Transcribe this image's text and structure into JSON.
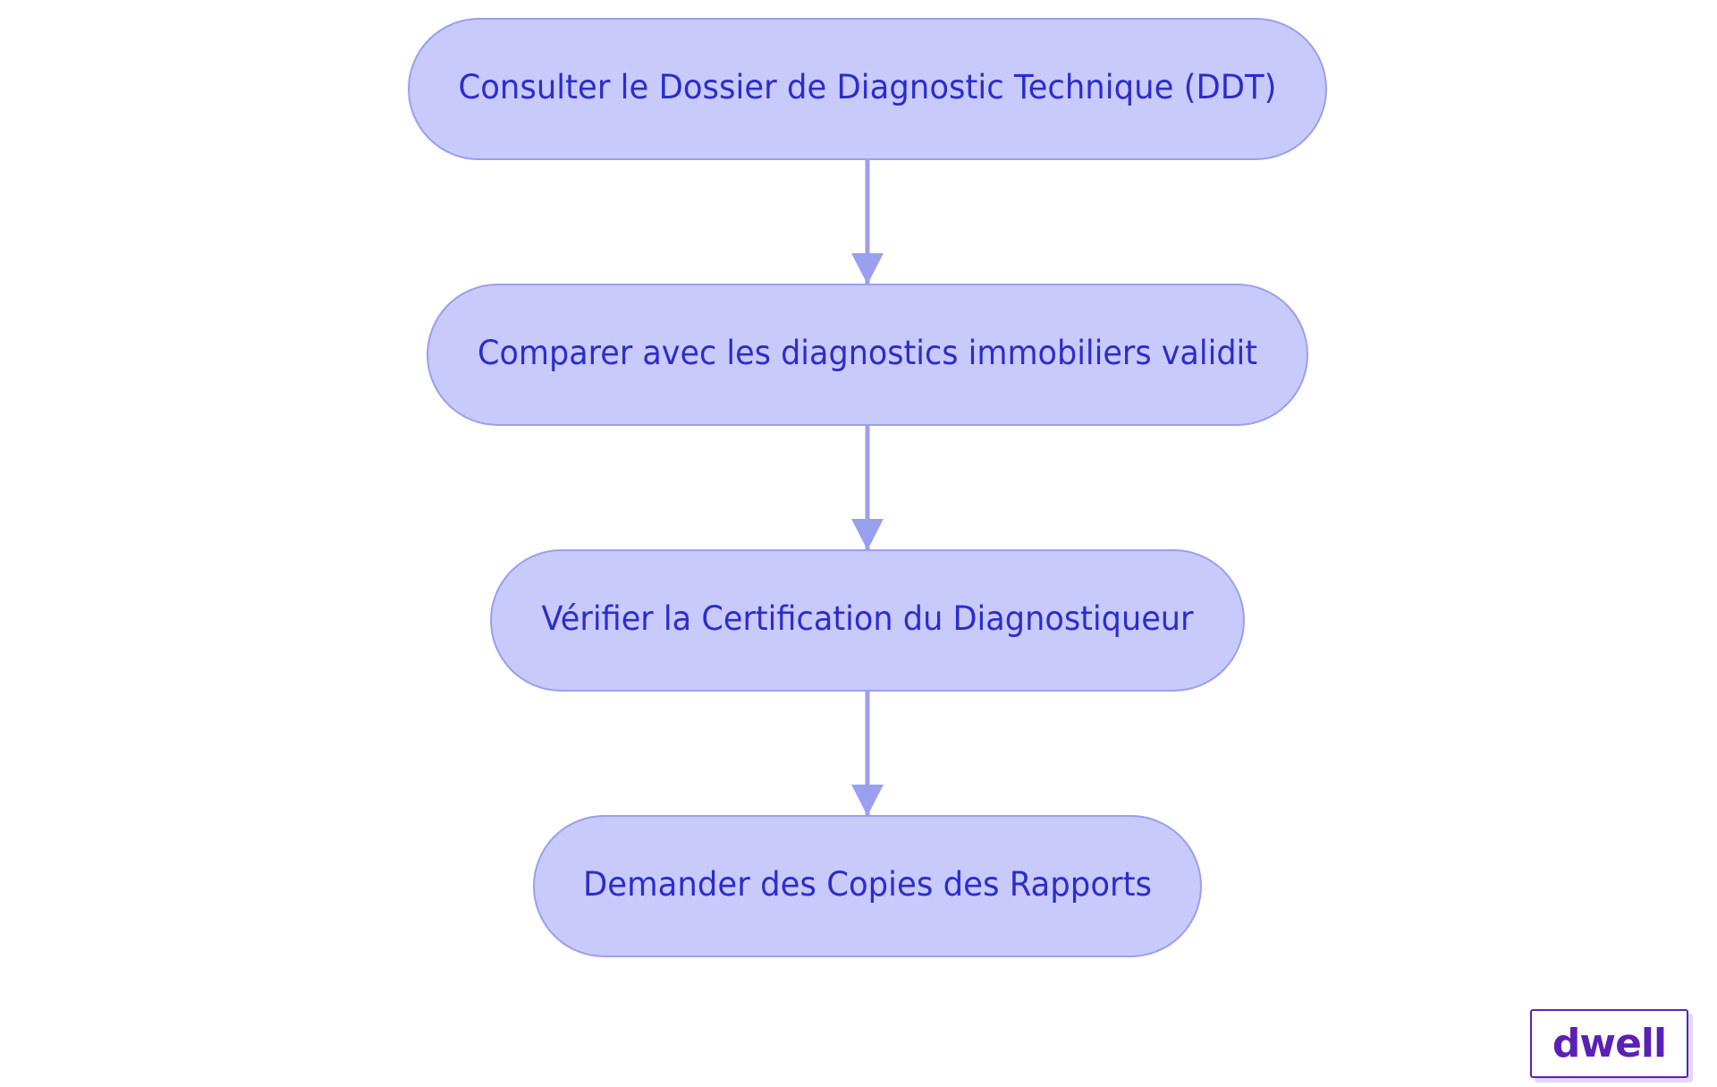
{
  "diagram": {
    "steps": [
      {
        "label": "Consulter le Dossier de Diagnostic Technique (DDT)"
      },
      {
        "label": "Comparer avec les diagnostics immobiliers validit"
      },
      {
        "label": "Vérifier la Certification du Diagnostiqueur"
      },
      {
        "label": "Demander des Copies des Rapports"
      }
    ],
    "colors": {
      "node_fill": "#c8cafc",
      "node_stroke": "#9a9fee",
      "text": "#2c2ccc",
      "arrow": "#9a9fee"
    }
  },
  "logo": {
    "text": "dwell",
    "color": "#5b21b6"
  }
}
